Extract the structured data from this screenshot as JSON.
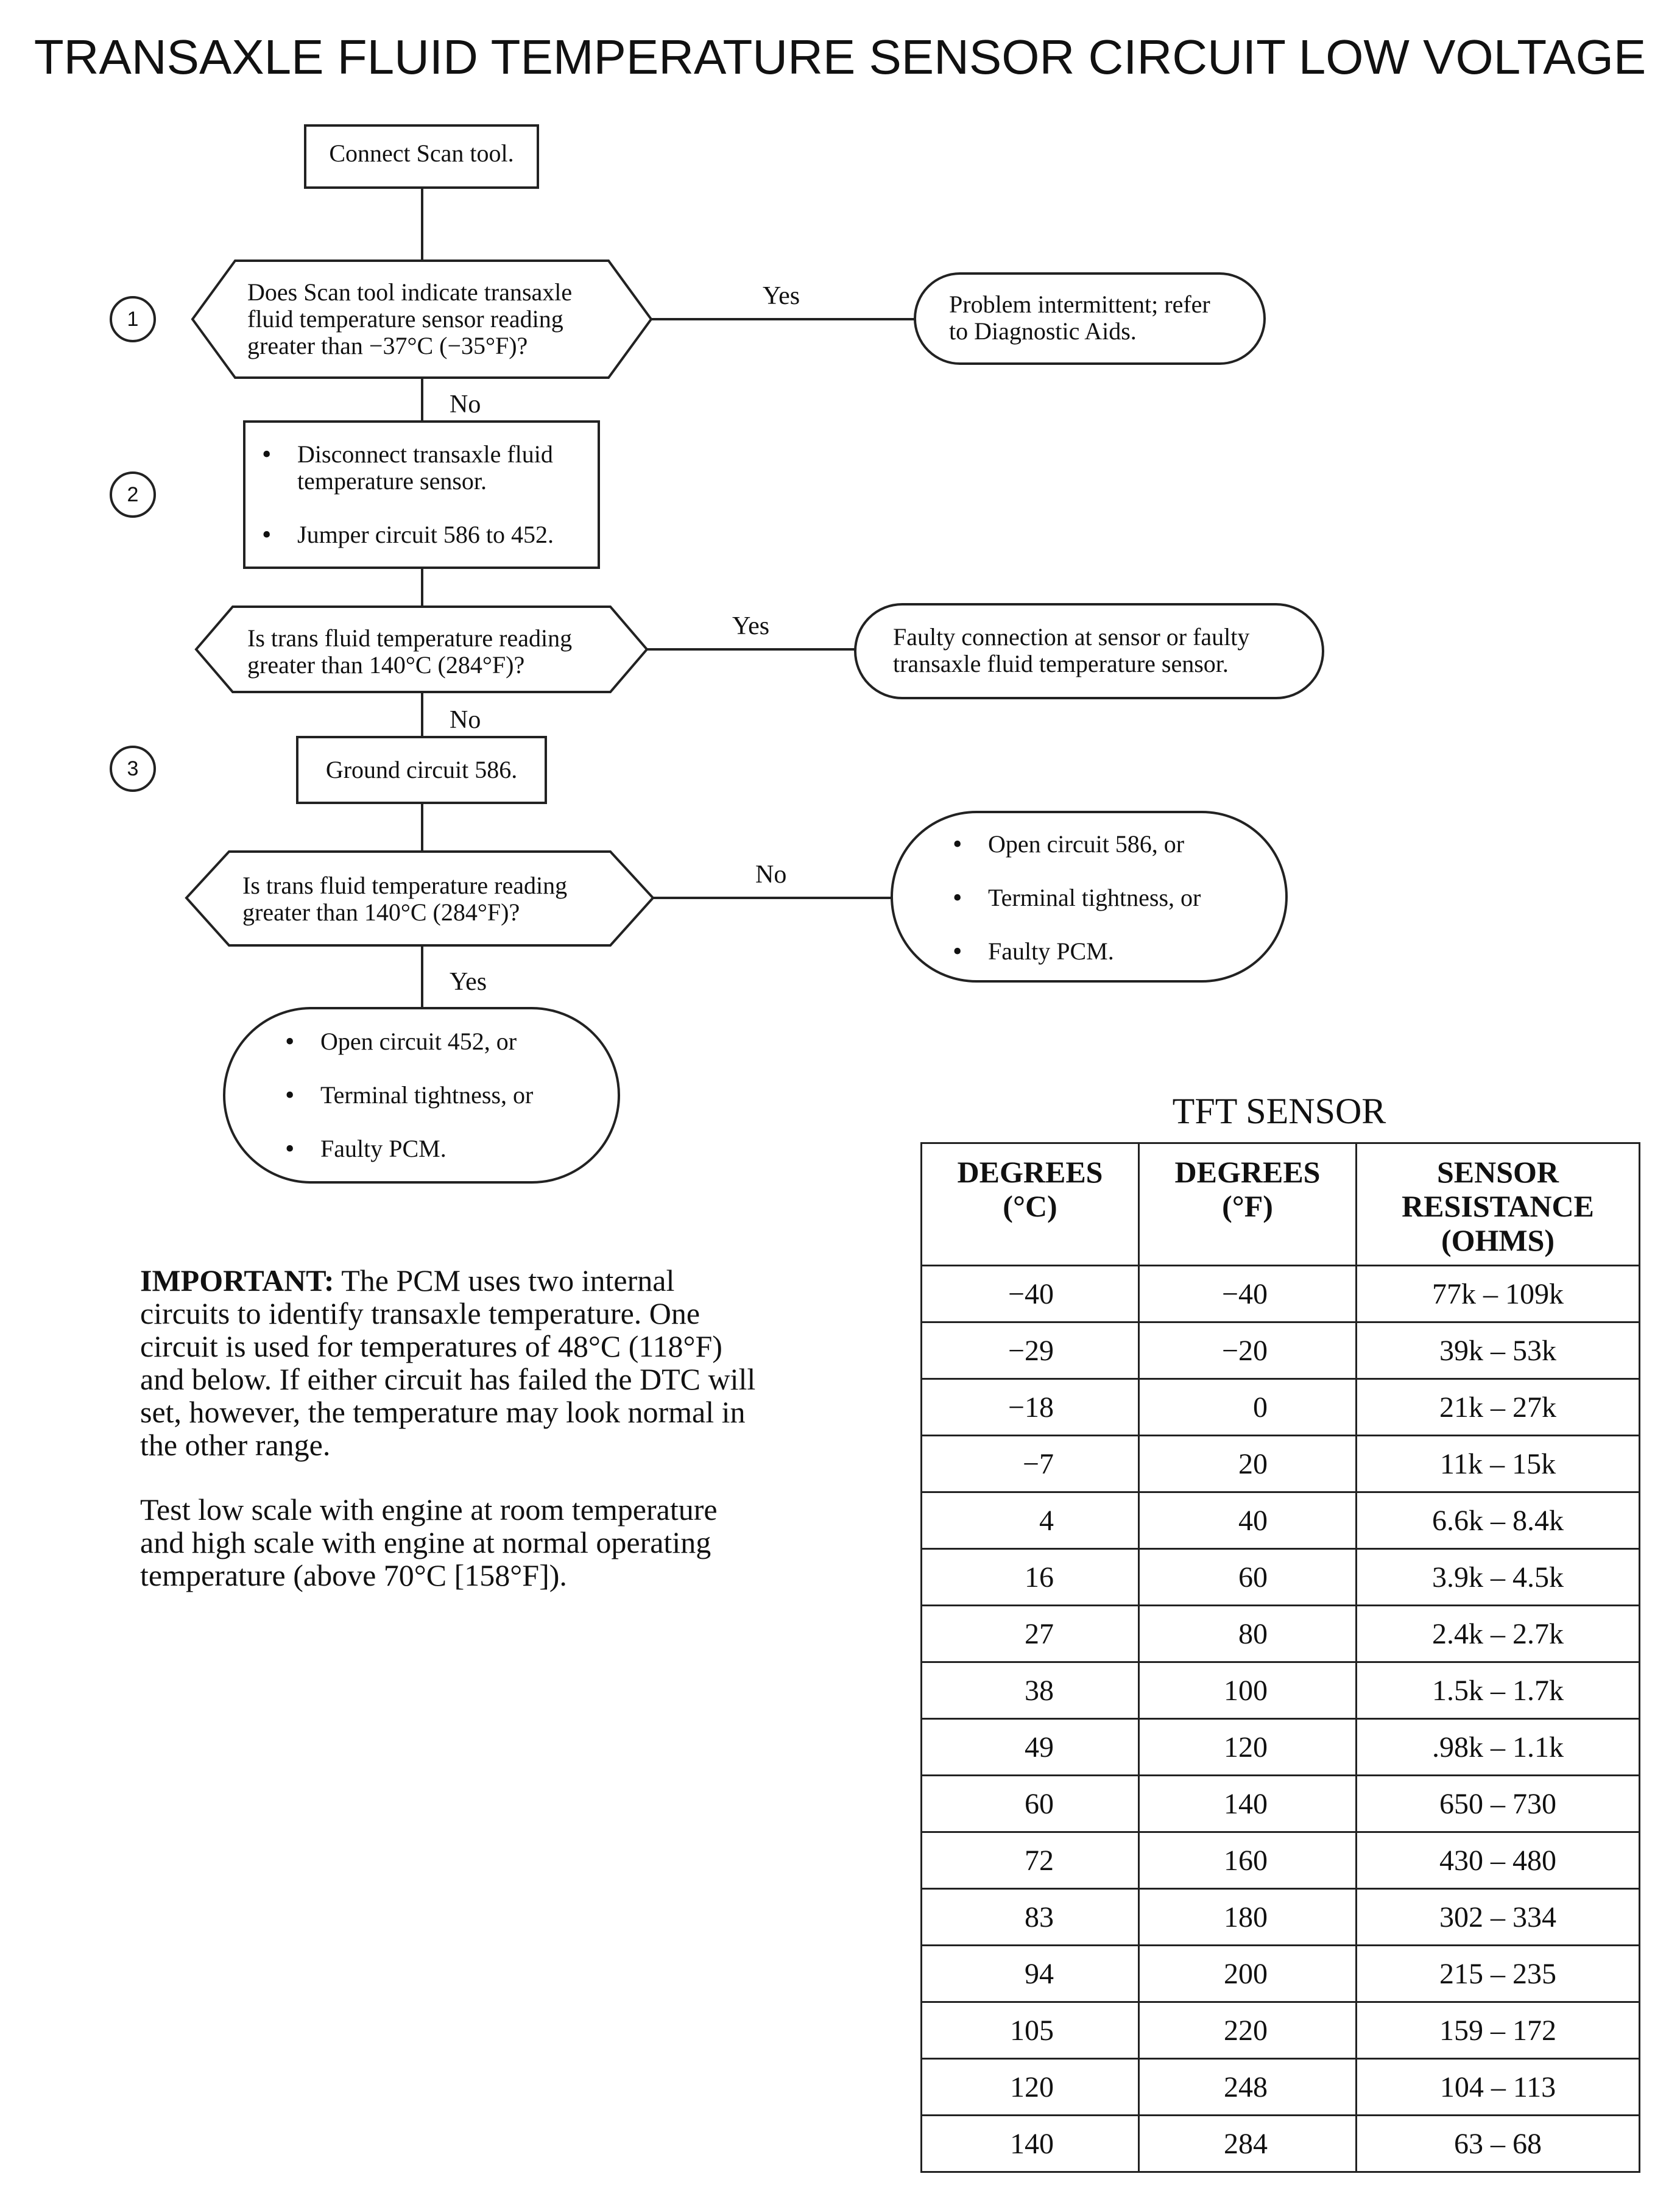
{
  "title": "TRANSAXLE FLUID TEMPERATURE SENSOR CIRCUIT LOW VOLTAGE",
  "flowchart": {
    "start": "Connect Scan tool.",
    "step1": {
      "number": "1",
      "question": [
        "Does Scan tool indicate transaxle",
        "fluid temperature sensor reading",
        "greater than −37°C (−35°F)?"
      ],
      "yes_label": "Yes",
      "yes_result": [
        "Problem intermittent; refer",
        "to Diagnostic Aids."
      ],
      "no_label": "No"
    },
    "step2": {
      "number": "2",
      "actions": [
        [
          "Disconnect transaxle fluid",
          "temperature sensor."
        ],
        [
          "Jumper circuit 586 to 452."
        ]
      ],
      "question": [
        "Is trans fluid temperature reading",
        "greater than 140°C (284°F)?"
      ],
      "yes_label": "Yes",
      "yes_result": [
        "Faulty connection at sensor or faulty",
        "transaxle fluid temperature sensor."
      ],
      "no_label": "No"
    },
    "step3": {
      "number": "3",
      "action": "Ground circuit 586.",
      "question": [
        "Is trans fluid temperature reading",
        "greater than 140°C (284°F)?"
      ],
      "no_label": "No",
      "no_results": [
        "Open circuit 586, or",
        "Terminal tightness, or",
        "Faulty PCM."
      ],
      "yes_label": "Yes",
      "yes_results": [
        "Open circuit 452, or",
        "Terminal tightness, or",
        "Faulty PCM."
      ]
    }
  },
  "notes": {
    "important_label": "IMPORTANT:",
    "important_lines": [
      " The PCM uses two internal",
      "circuits to identify transaxle temperature. One",
      "circuit is used for temperatures of 48°C (118°F)",
      "and below. If either circuit has failed the DTC will",
      "set, however, the temperature may look normal in",
      "the other range."
    ],
    "test_lines": [
      "Test low scale with engine at room temperature",
      "and high scale with engine at normal operating",
      "temperature (above 70°C [158°F])."
    ]
  },
  "table": {
    "title": "TFT SENSOR",
    "headers": [
      [
        "DEGREES",
        "(°C)"
      ],
      [
        "DEGREES",
        "(°F)"
      ],
      [
        "SENSOR",
        "RESISTANCE",
        "(OHMS)"
      ]
    ],
    "rows": [
      [
        "−40",
        "−40",
        "77k – 109k"
      ],
      [
        "−29",
        "−20",
        "39k – 53k"
      ],
      [
        "−18",
        "0",
        "21k – 27k"
      ],
      [
        "−7",
        "20",
        "11k – 15k"
      ],
      [
        "4",
        "40",
        "6.6k – 8.4k"
      ],
      [
        "16",
        "60",
        "3.9k – 4.5k"
      ],
      [
        "27",
        "80",
        "2.4k – 2.7k"
      ],
      [
        "38",
        "100",
        "1.5k – 1.7k"
      ],
      [
        "49",
        "120",
        ".98k – 1.1k"
      ],
      [
        "60",
        "140",
        "650 – 730"
      ],
      [
        "72",
        "160",
        "430 – 480"
      ],
      [
        "83",
        "180",
        "302 – 334"
      ],
      [
        "94",
        "200",
        "215 – 235"
      ],
      [
        "105",
        "220",
        "159 – 172"
      ],
      [
        "120",
        "248",
        "104 – 113"
      ],
      [
        "140",
        "284",
        "63 – 68"
      ]
    ]
  }
}
